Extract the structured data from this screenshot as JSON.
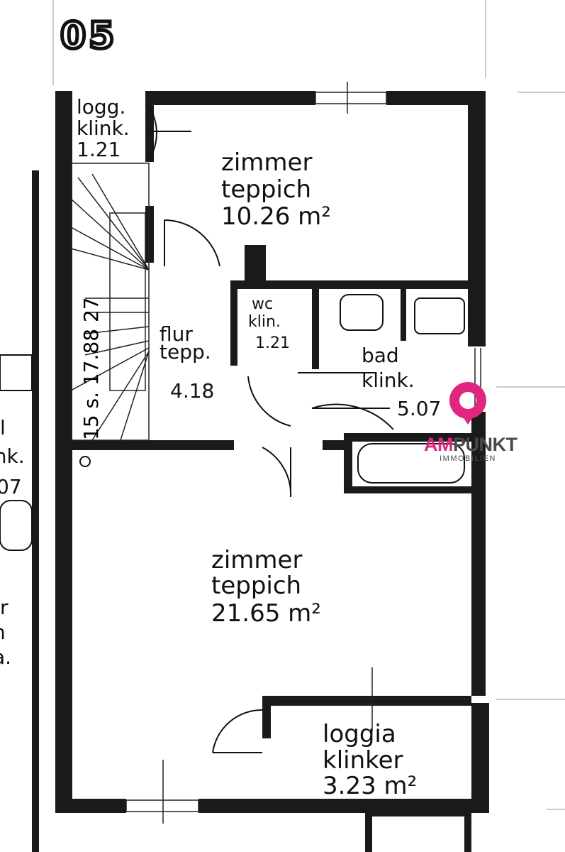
{
  "plan": {
    "unit_number": "05",
    "rooms": [
      {
        "name": "logg.",
        "floor": "klink.",
        "area": "1.21"
      },
      {
        "name": "zimmer",
        "floor": "teppich",
        "area": "10.26 m²"
      },
      {
        "name": "flur",
        "floor": "tepp.",
        "area": "4.18"
      },
      {
        "name": "wc",
        "floor": "klin.",
        "area": "1.21"
      },
      {
        "name": "bad",
        "floor": "klink.",
        "area": "5.07"
      },
      {
        "name": "zimmer",
        "floor": "teppich",
        "area": "21.65 m²"
      },
      {
        "name": "loggia",
        "floor": "klinker",
        "area": "3.23 m²"
      }
    ],
    "stair_label": "15 s. 17.88 27",
    "neighbor_labels": [
      "l",
      "klink.",
      "07",
      "r",
      "n",
      "a."
    ]
  },
  "logo": {
    "part1": "AM",
    "part2": "PUNKT",
    "subtitle": "IMMOBILIEN",
    "accent": "#e0267f"
  }
}
